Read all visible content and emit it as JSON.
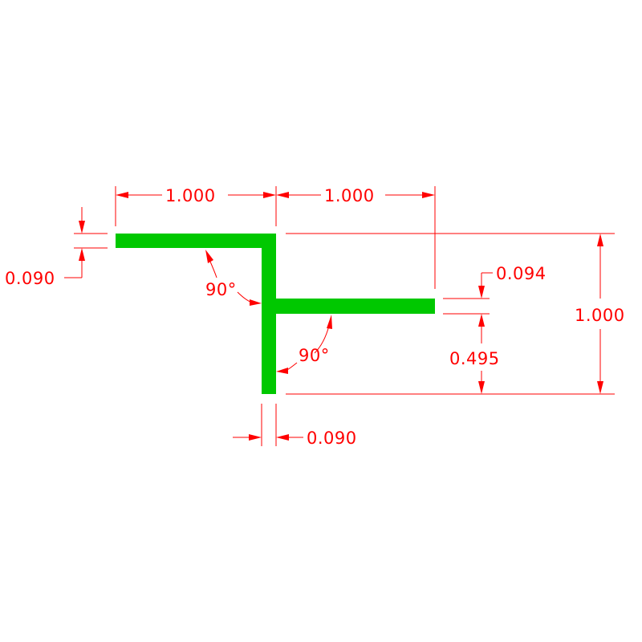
{
  "drawing": {
    "colors": {
      "profile": "#00c800",
      "dimension": "#ff0000",
      "background": "#ffffff"
    },
    "labels": {
      "top_left_width": "1.000",
      "top_right_width": "1.000",
      "left_thickness": "0.090",
      "angle_upper": "90°",
      "angle_lower": "90°",
      "flange_thickness": "0.094",
      "flange_height": "0.495",
      "overall_height": "1.000",
      "web_thickness": "0.090"
    }
  }
}
